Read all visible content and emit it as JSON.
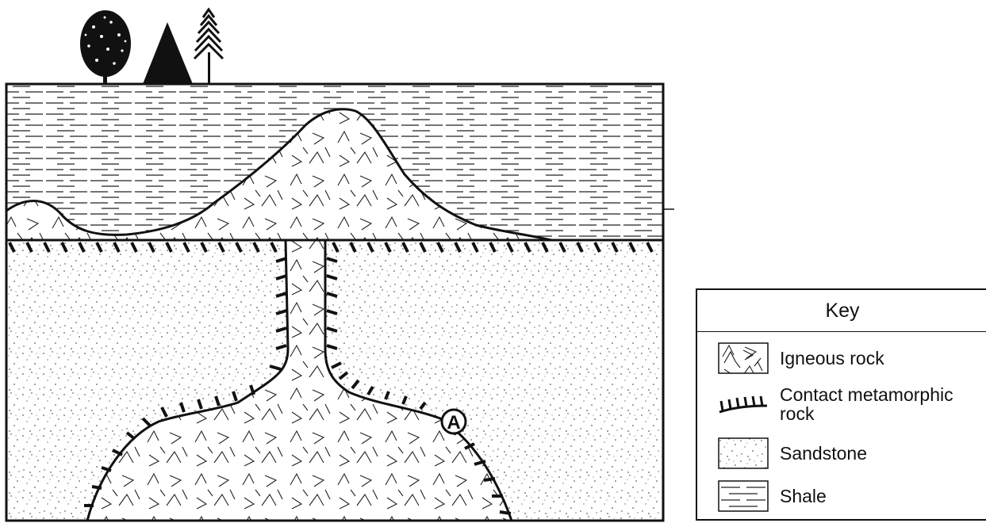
{
  "diagram": {
    "marker_label": "A",
    "legend": {
      "title": "Key",
      "items": [
        {
          "id": "igneous",
          "label": "Igneous rock"
        },
        {
          "id": "contact",
          "label": "Contact metamorphic rock"
        },
        {
          "id": "sandstone",
          "label": "Sandstone"
        },
        {
          "id": "shale",
          "label": "Shale"
        }
      ]
    }
  }
}
